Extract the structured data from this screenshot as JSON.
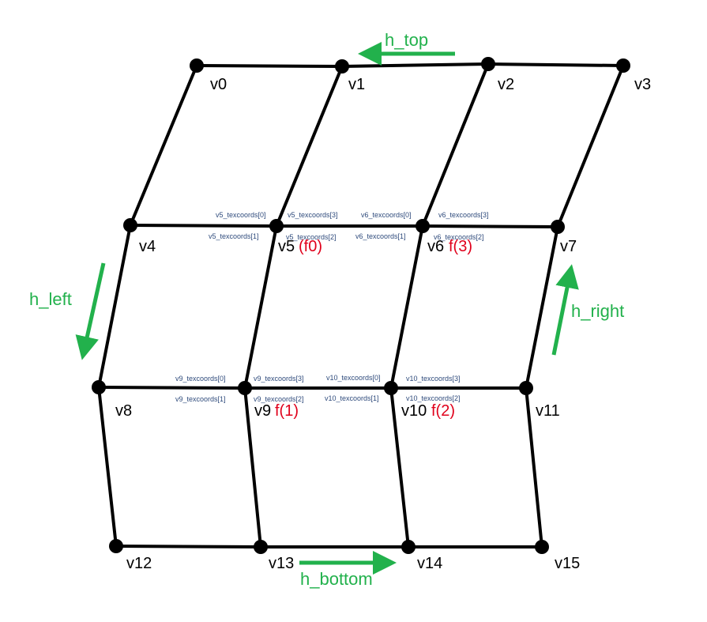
{
  "colors": {
    "edge": "#000000",
    "vertex": "#000000",
    "face_label": "#e0001b",
    "texcoord_label": "#2f4b7c",
    "halfedge": "#22b14c"
  },
  "vertices": [
    "v0",
    "v1",
    "v2",
    "v3",
    "v4",
    "v5",
    "v6",
    "v7",
    "v8",
    "v9",
    "v10",
    "v11",
    "v12",
    "v13",
    "v14",
    "v15"
  ],
  "faces": [
    "(f0)",
    "f(3)",
    "f(1)",
    "f(2)"
  ],
  "texcoords": [
    "v5_texcoords[0]",
    "v5_texcoords[1]",
    "v5_texcoords[3]",
    "v5_texcoords[2]",
    "v6_texcoords[0]",
    "v6_texcoords[1]",
    "v6_texcoords[3]",
    "v6_texcoords[2]",
    "v9_texcoords[0]",
    "v9_texcoords[1]",
    "v9_texcoords[3]",
    "v9_texcoords[2]",
    "v10_texcoords[0]",
    "v10_texcoords[1]",
    "v10_texcoords[3]",
    "v10_texcoords[2]"
  ],
  "halfedges": {
    "top": "h_top",
    "left": "h_left",
    "right": "h_right",
    "bottom": "h_bottom"
  }
}
